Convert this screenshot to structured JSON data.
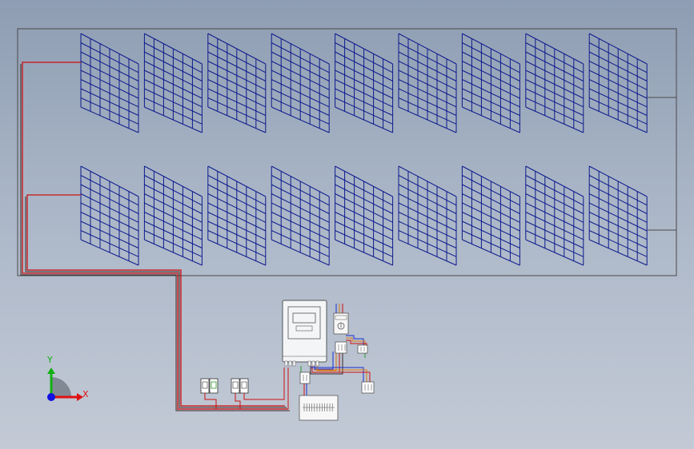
{
  "viewport": {
    "background_top": "#8e9db3",
    "background_bottom": "#c3cad6"
  },
  "solar_array": {
    "rows": 2,
    "panels_per_row": 9,
    "panel_grid_columns": 6,
    "panel_grid_rows": 8,
    "panel_color": "#0d1a8c",
    "frame_color": "#4a4a4a"
  },
  "wiring": {
    "positive_color": "#cc1010",
    "dark_color": "#3a2a2a",
    "blue_color": "#1a2fd0",
    "orange_color": "#e07a10",
    "yellow_color": "#e0c000"
  },
  "triad": {
    "x_label": "X",
    "y_label": "Y",
    "x_color": "#e01010",
    "y_color": "#10b010",
    "z_color": "#1010e0"
  }
}
